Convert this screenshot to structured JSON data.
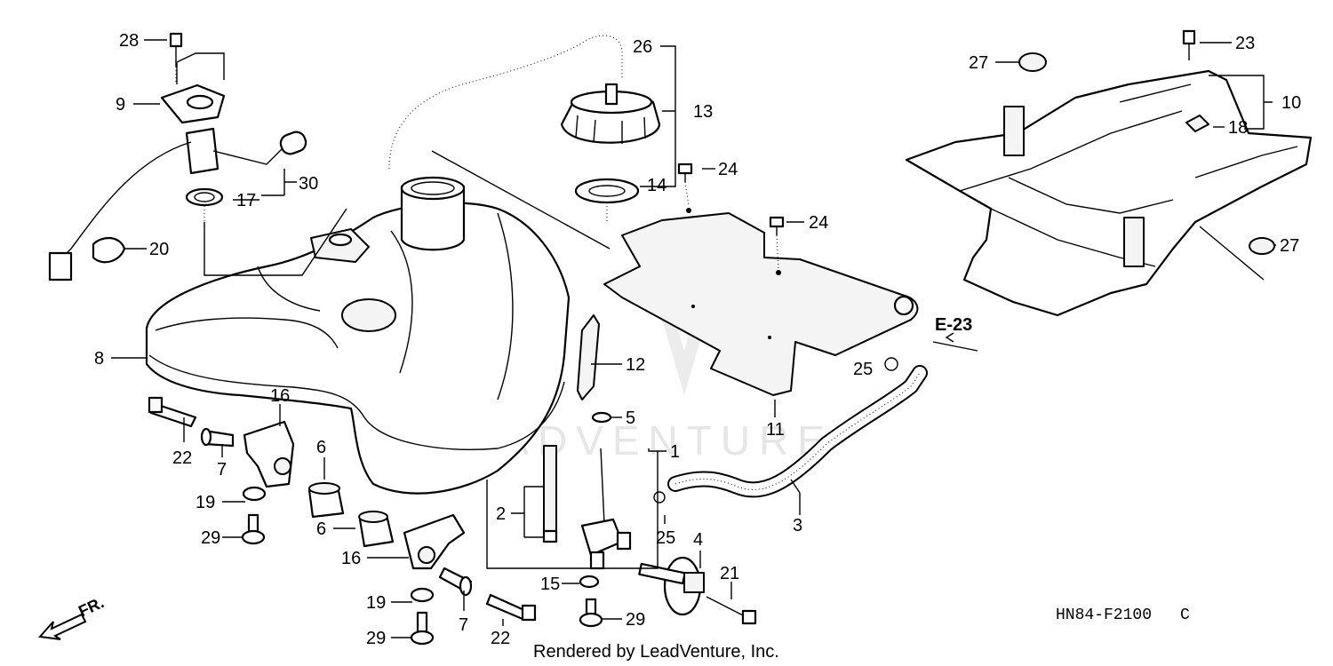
{
  "watermark": "LEADVENTURE",
  "diagram_code": "HN84-F2100",
  "diagram_code_suffix": "C",
  "credit": "Rendered by LeadVenture, Inc.",
  "section_ref": "E-23",
  "direction_label": "FR.",
  "callouts": [
    {
      "id": "c28",
      "label": "28"
    },
    {
      "id": "c9",
      "label": "9"
    },
    {
      "id": "c30",
      "label": "30"
    },
    {
      "id": "c17",
      "label": "17"
    },
    {
      "id": "c20",
      "label": "20"
    },
    {
      "id": "c8",
      "label": "8"
    },
    {
      "id": "c22a",
      "label": "22"
    },
    {
      "id": "c7a",
      "label": "7"
    },
    {
      "id": "c16a",
      "label": "16"
    },
    {
      "id": "c19a",
      "label": "19"
    },
    {
      "id": "c29a",
      "label": "29"
    },
    {
      "id": "c6a",
      "label": "6"
    },
    {
      "id": "c6b",
      "label": "6"
    },
    {
      "id": "c16b",
      "label": "16"
    },
    {
      "id": "c19b",
      "label": "19"
    },
    {
      "id": "c29b",
      "label": "29"
    },
    {
      "id": "c7b",
      "label": "7"
    },
    {
      "id": "c22b",
      "label": "22"
    },
    {
      "id": "c2",
      "label": "2"
    },
    {
      "id": "c1",
      "label": "1"
    },
    {
      "id": "c5",
      "label": "5"
    },
    {
      "id": "c12",
      "label": "12"
    },
    {
      "id": "c15",
      "label": "15"
    },
    {
      "id": "c29c",
      "label": "29"
    },
    {
      "id": "c25a",
      "label": "25"
    },
    {
      "id": "c4",
      "label": "4"
    },
    {
      "id": "c21",
      "label": "21"
    },
    {
      "id": "c3",
      "label": "3"
    },
    {
      "id": "c26",
      "label": "26"
    },
    {
      "id": "c13",
      "label": "13"
    },
    {
      "id": "c14",
      "label": "14"
    },
    {
      "id": "c24a",
      "label": "24"
    },
    {
      "id": "c24b",
      "label": "24"
    },
    {
      "id": "c11",
      "label": "11"
    },
    {
      "id": "c25b",
      "label": "25"
    },
    {
      "id": "c27a",
      "label": "27"
    },
    {
      "id": "c23",
      "label": "23"
    },
    {
      "id": "c10",
      "label": "10"
    },
    {
      "id": "c18",
      "label": "18"
    },
    {
      "id": "c27b",
      "label": "27"
    }
  ]
}
